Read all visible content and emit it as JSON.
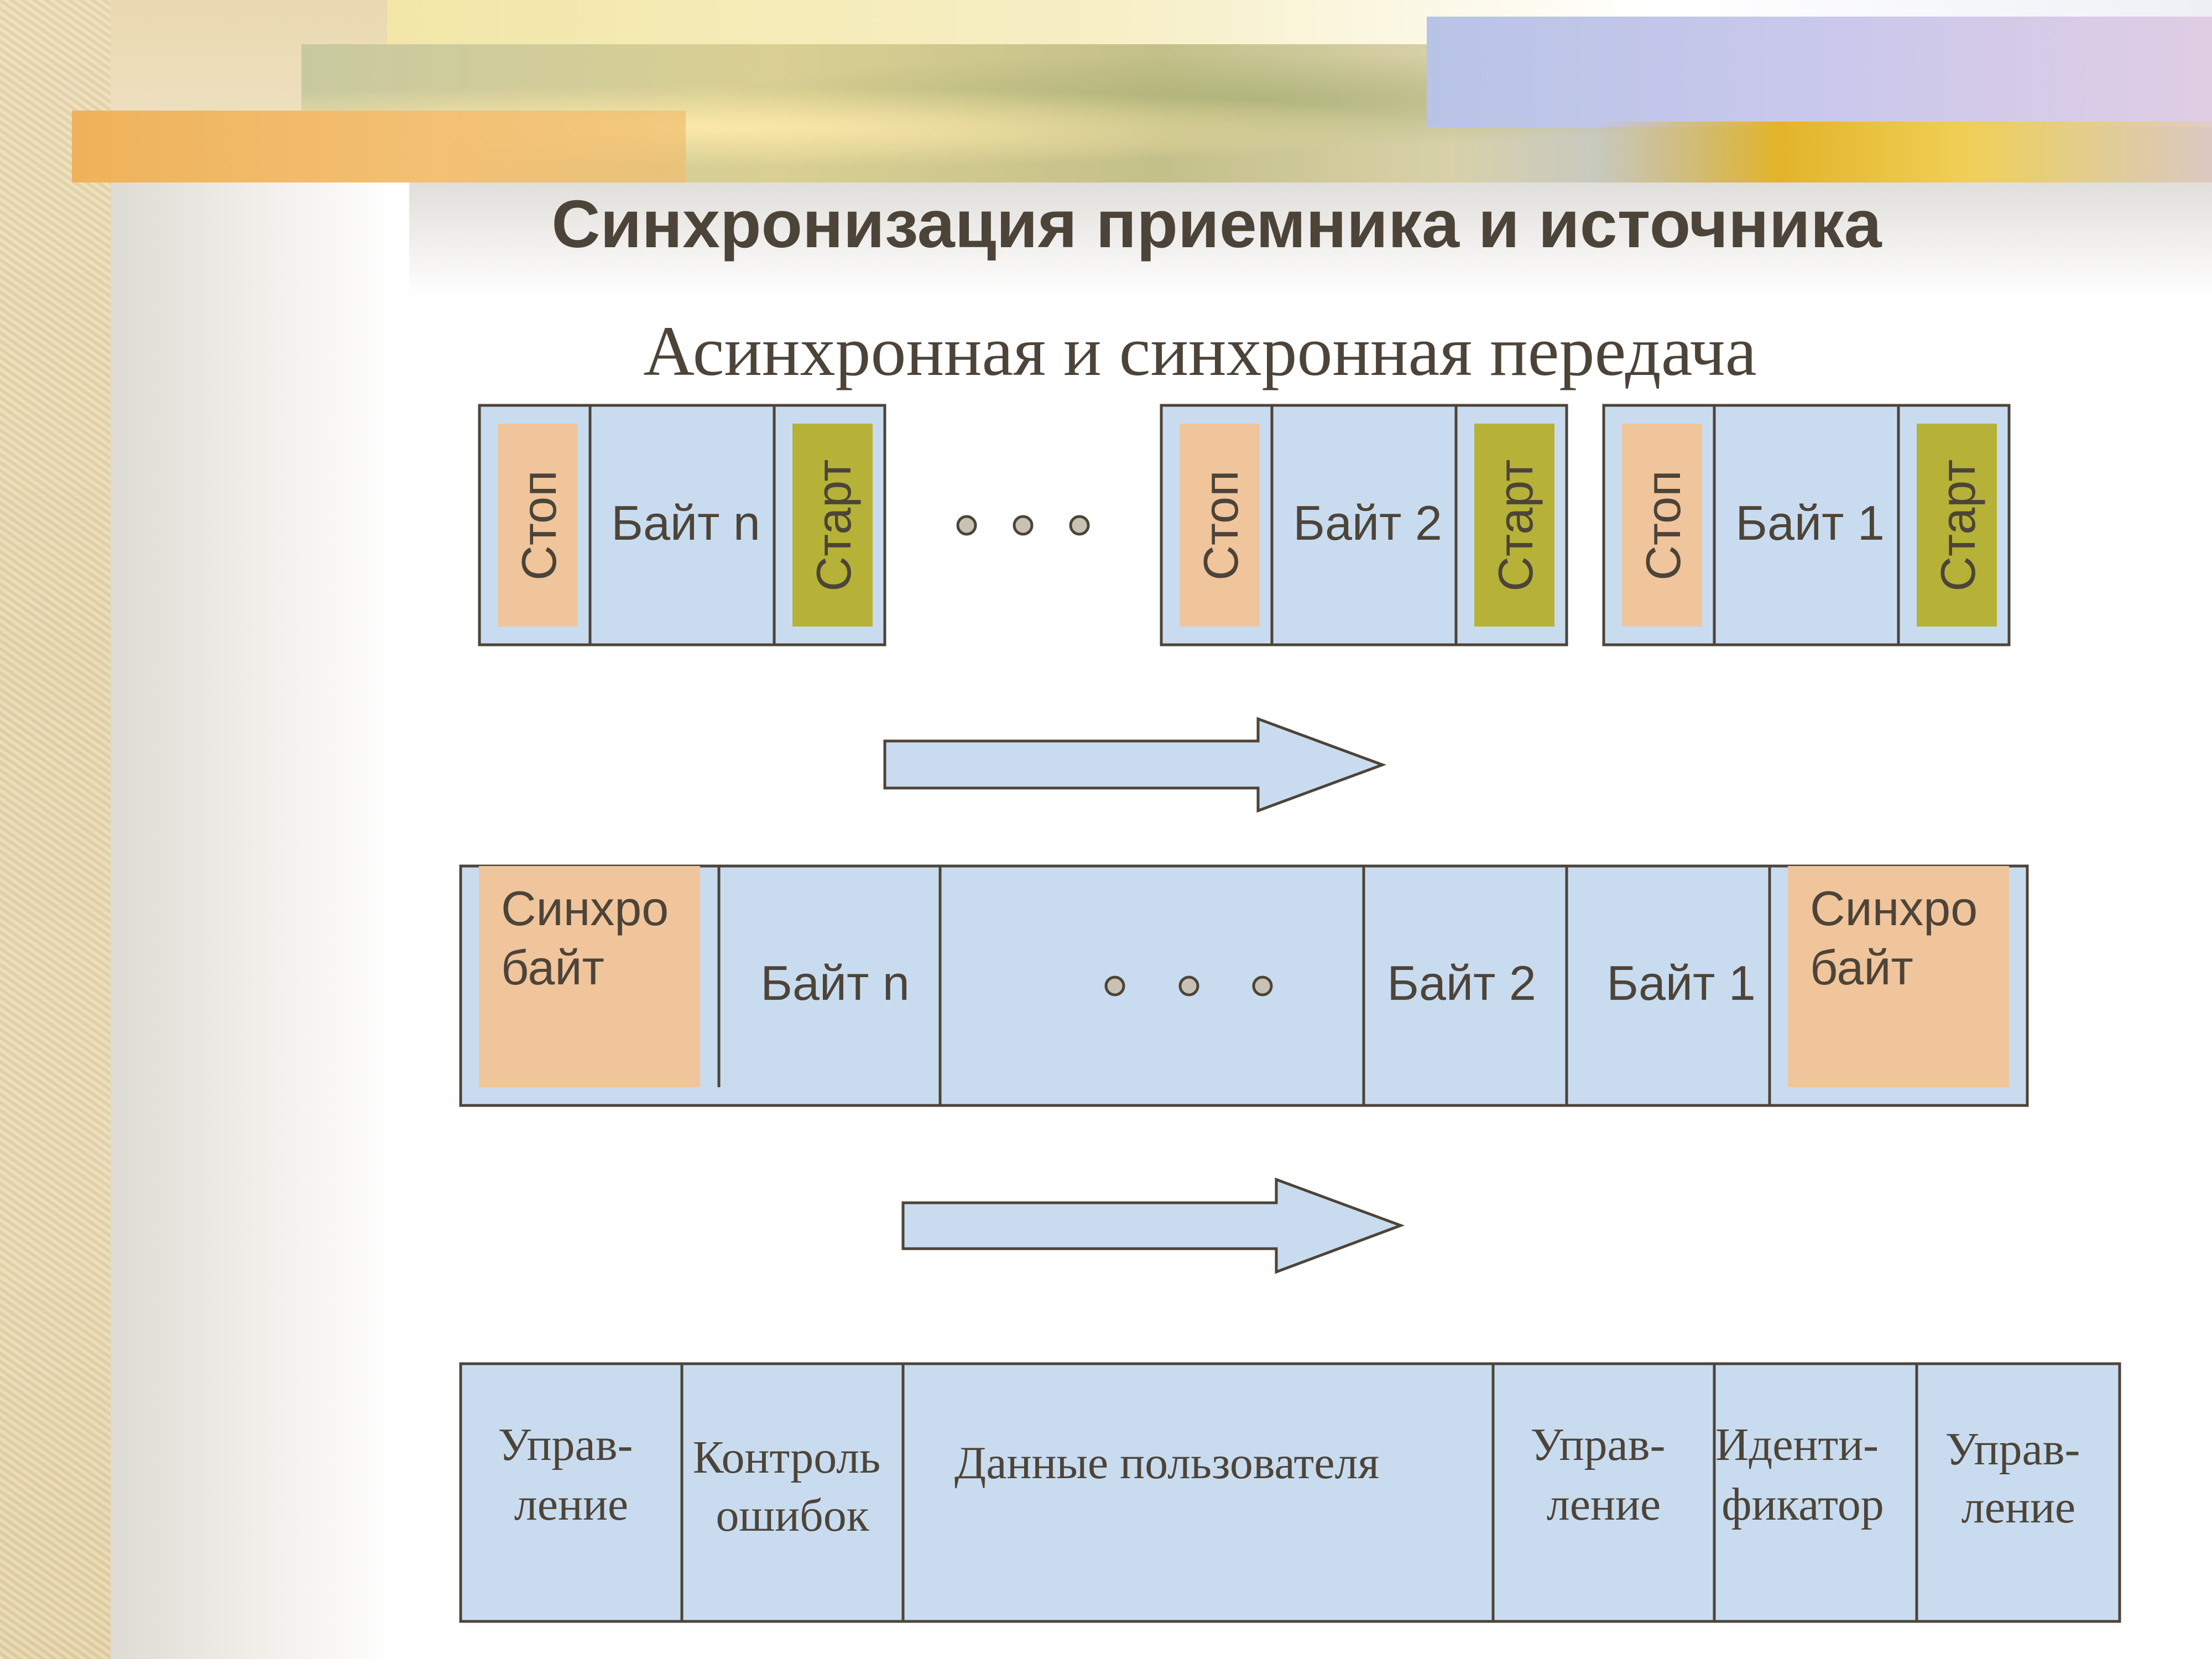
{
  "title": "Синхронизация приемника и источника",
  "subtitle": "Асинхронная и синхронная передача",
  "async_frames": [
    {
      "stop": "Стоп",
      "byte": "Байт n",
      "start": "Старт"
    },
    {
      "stop": "Стоп",
      "byte": "Байт 2",
      "start": "Старт"
    },
    {
      "stop": "Стоп",
      "byte": "Байт 1",
      "start": "Старт"
    }
  ],
  "sync_frame": {
    "sync_left": "Синхро байт",
    "byte_n": "Байт n",
    "byte_2": "Байт 2",
    "byte_1": "Байт 1",
    "sync_right": "Синхро байт"
  },
  "packet_fields": [
    "Управ- ление",
    "Контроль ошибок",
    "Данные пользователя",
    "Управ- ление",
    "Иденти- фикатор",
    "Управ- ление"
  ],
  "colors": {
    "cell_blue": "#c9dcef",
    "stop_orange": "#f0c59c",
    "start_olive": "#b5b237",
    "outline": "#4d4439",
    "dot": "#c9c2b4"
  }
}
